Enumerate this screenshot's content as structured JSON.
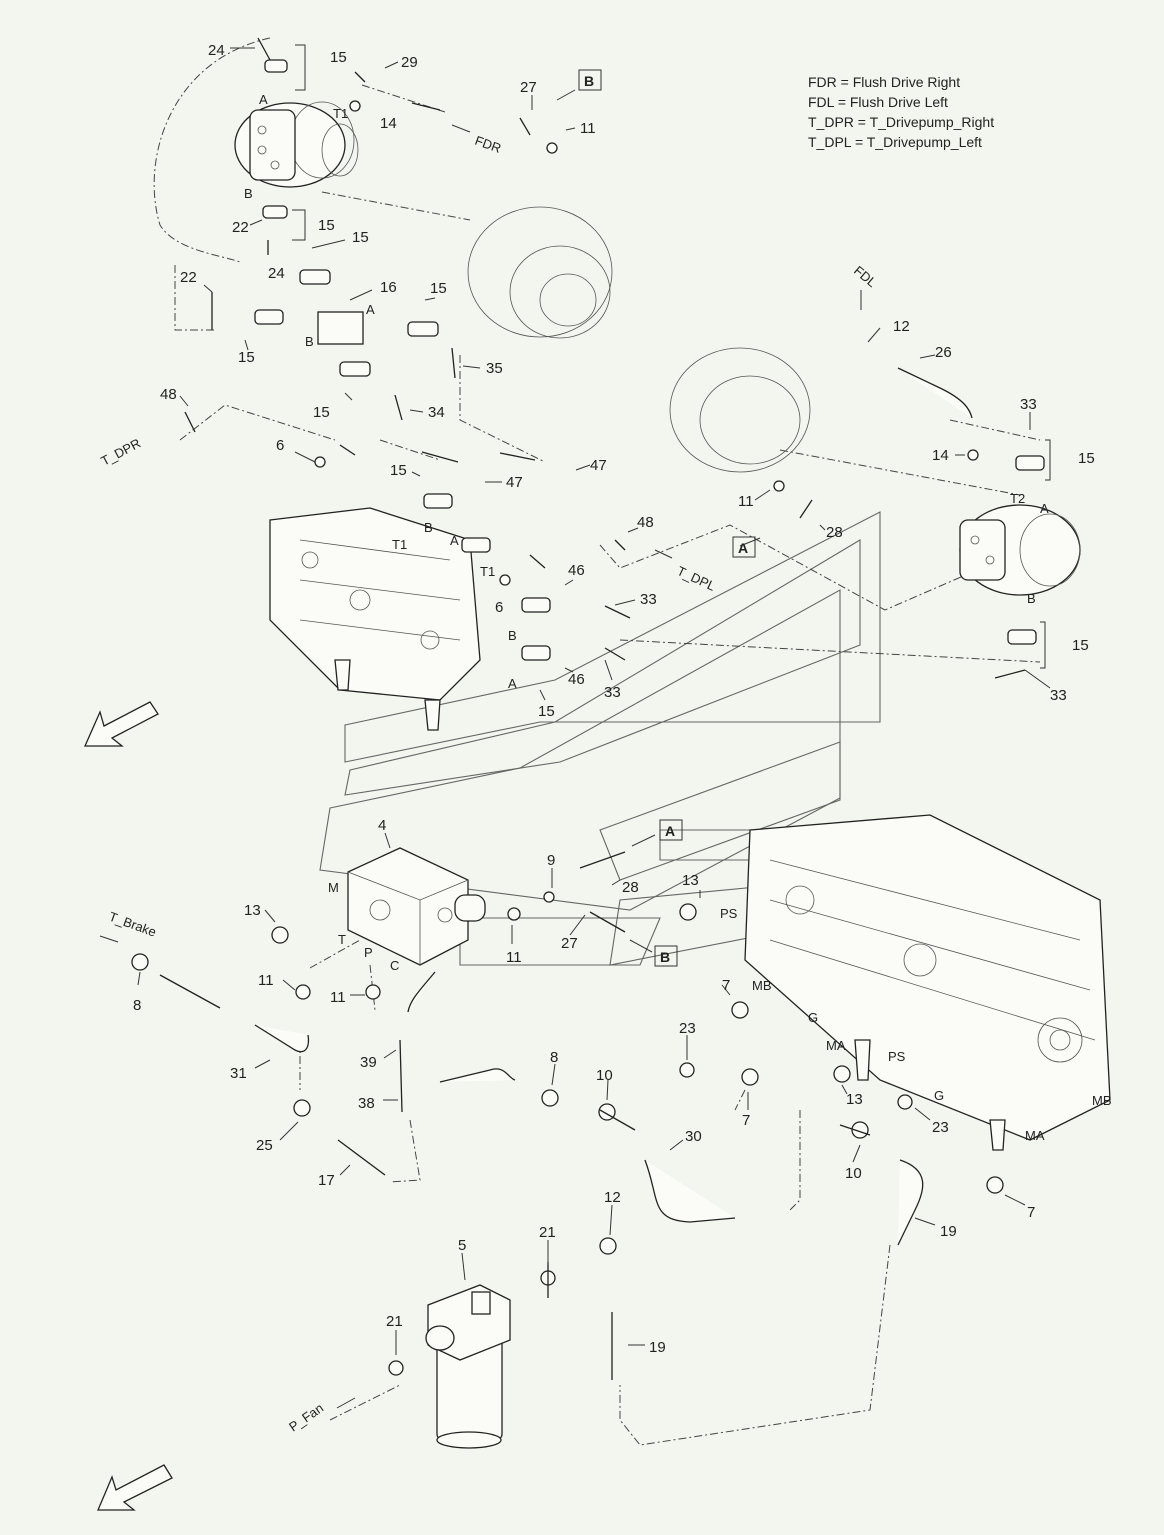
{
  "legend": [
    "FDR = Flush Drive Right",
    "FDL = Flush Drive Left",
    "T_DPR = T_Drivepump_Right",
    "T_DPL = T_Drivepump_Left"
  ],
  "box_labels": {
    "a": "A",
    "b": "B"
  },
  "flow_labels": {
    "fdr": "FDR",
    "fdl": "FDL",
    "t_dpr": "T_DPR",
    "t_dpl": "T_DPL",
    "t_brake": "T_Brake",
    "p_fan": "P_Fan"
  },
  "callouts": [
    {
      "id": "c1",
      "text": "24"
    },
    {
      "id": "c2",
      "text": "15"
    },
    {
      "id": "c3",
      "text": "29"
    },
    {
      "id": "c4",
      "text": "27"
    },
    {
      "id": "c5",
      "text": "14"
    },
    {
      "id": "c6",
      "text": "11"
    },
    {
      "id": "c7",
      "text": "22"
    },
    {
      "id": "c8",
      "text": "15"
    },
    {
      "id": "c9",
      "text": "15"
    },
    {
      "id": "c10",
      "text": "24"
    },
    {
      "id": "c11",
      "text": "22"
    },
    {
      "id": "c12",
      "text": "16"
    },
    {
      "id": "c13",
      "text": "15"
    },
    {
      "id": "c14",
      "text": "15"
    },
    {
      "id": "c15",
      "text": "35"
    },
    {
      "id": "c16",
      "text": "15"
    },
    {
      "id": "c17",
      "text": "34"
    },
    {
      "id": "c18",
      "text": "48"
    },
    {
      "id": "c19",
      "text": "6"
    },
    {
      "id": "c20",
      "text": "15"
    },
    {
      "id": "c21",
      "text": "47"
    },
    {
      "id": "c22",
      "text": "47"
    },
    {
      "id": "c23",
      "text": "12"
    },
    {
      "id": "c24",
      "text": "26"
    },
    {
      "id": "c25",
      "text": "33"
    },
    {
      "id": "c26",
      "text": "14"
    },
    {
      "id": "c27",
      "text": "15"
    },
    {
      "id": "c28",
      "text": "11"
    },
    {
      "id": "c29",
      "text": "28"
    },
    {
      "id": "c30",
      "text": "48"
    },
    {
      "id": "c31",
      "text": "46"
    },
    {
      "id": "c32",
      "text": "33"
    },
    {
      "id": "c33",
      "text": "6"
    },
    {
      "id": "c34",
      "text": "46"
    },
    {
      "id": "c35",
      "text": "33"
    },
    {
      "id": "c36",
      "text": "15"
    },
    {
      "id": "c37",
      "text": "15"
    },
    {
      "id": "c38",
      "text": "33"
    },
    {
      "id": "c39",
      "text": "4"
    },
    {
      "id": "c40",
      "text": "9"
    },
    {
      "id": "c41",
      "text": "13"
    },
    {
      "id": "c42",
      "text": "28"
    },
    {
      "id": "c43",
      "text": "13"
    },
    {
      "id": "c44",
      "text": "11"
    },
    {
      "id": "c45",
      "text": "27"
    },
    {
      "id": "c46",
      "text": "8"
    },
    {
      "id": "c47",
      "text": "11"
    },
    {
      "id": "c48",
      "text": "11"
    },
    {
      "id": "c49",
      "text": "7"
    },
    {
      "id": "c50",
      "text": "31"
    },
    {
      "id": "c51",
      "text": "39"
    },
    {
      "id": "c52",
      "text": "8"
    },
    {
      "id": "c53",
      "text": "10"
    },
    {
      "id": "c54",
      "text": "23"
    },
    {
      "id": "c55",
      "text": "38"
    },
    {
      "id": "c56",
      "text": "7"
    },
    {
      "id": "c57",
      "text": "13"
    },
    {
      "id": "c58",
      "text": "23"
    },
    {
      "id": "c59",
      "text": "25"
    },
    {
      "id": "c60",
      "text": "30"
    },
    {
      "id": "c61",
      "text": "10"
    },
    {
      "id": "c62",
      "text": "17"
    },
    {
      "id": "c63",
      "text": "19"
    },
    {
      "id": "c64",
      "text": "7"
    },
    {
      "id": "c65",
      "text": "12"
    },
    {
      "id": "c66",
      "text": "21"
    },
    {
      "id": "c67",
      "text": "5"
    },
    {
      "id": "c68",
      "text": "21"
    },
    {
      "id": "c69",
      "text": "19"
    }
  ],
  "ports": [
    {
      "id": "p1",
      "text": "A"
    },
    {
      "id": "p2",
      "text": "T1"
    },
    {
      "id": "p3",
      "text": "B"
    },
    {
      "id": "p4",
      "text": "A"
    },
    {
      "id": "p5",
      "text": "B"
    },
    {
      "id": "p6",
      "text": "T1"
    },
    {
      "id": "p7",
      "text": "B"
    },
    {
      "id": "p8",
      "text": "A"
    },
    {
      "id": "p9",
      "text": "T1"
    },
    {
      "id": "p10",
      "text": "B"
    },
    {
      "id": "p11",
      "text": "A"
    },
    {
      "id": "p12",
      "text": "T2"
    },
    {
      "id": "p13",
      "text": "A"
    },
    {
      "id": "p14",
      "text": "B"
    },
    {
      "id": "p15",
      "text": "M"
    },
    {
      "id": "p16",
      "text": "T"
    },
    {
      "id": "p17",
      "text": "P"
    },
    {
      "id": "p18",
      "text": "C"
    },
    {
      "id": "p19",
      "text": "PS"
    },
    {
      "id": "p20",
      "text": "MB"
    },
    {
      "id": "p21",
      "text": "G"
    },
    {
      "id": "p22",
      "text": "MA"
    },
    {
      "id": "p23",
      "text": "PS"
    },
    {
      "id": "p24",
      "text": "G"
    },
    {
      "id": "p25",
      "text": "MB"
    },
    {
      "id": "p26",
      "text": "MA"
    }
  ]
}
